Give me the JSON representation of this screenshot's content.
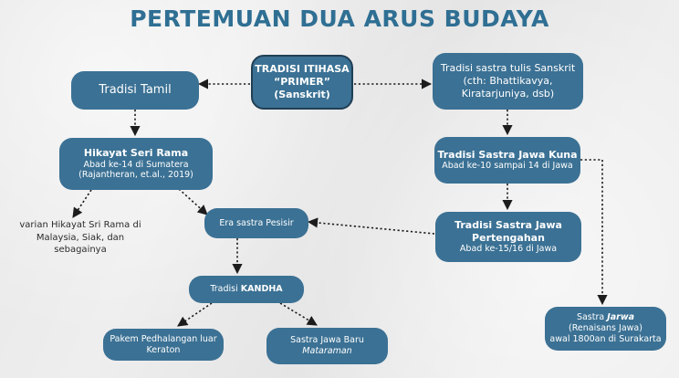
{
  "title": "PERTEMUAN DUA ARUS BUDAYA",
  "nodes": {
    "itihasa": {
      "line1": "TRADISI ITIHASA",
      "line2": "“PRIMER”",
      "line3": "(Sanskrit)"
    },
    "tamil": {
      "label": "Tradisi Tamil"
    },
    "sanskrit_written": {
      "line1": "Tradisi sastra tulis Sanskrit",
      "line2": "(cth: Bhattikavya,",
      "line3": "Kiratarjuniya, dsb)"
    },
    "hikayat": {
      "title": "Hikayat Seri Rama",
      "line2": "Abad ke-14 di Sumatera",
      "line3": "(Rajantheran, et.al., 2019)"
    },
    "jawa_kuna": {
      "title": "Tradisi Sastra Jawa Kuna",
      "line2": "Abad ke-10 sampai 14 di Jawa"
    },
    "varian": {
      "line1": "varian Hikayat Sri Rama di",
      "line2": "Malaysia, Siak, dan",
      "line3": "sebagainya"
    },
    "pesisir": {
      "label": "Era sastra Pesisir"
    },
    "pertengahan": {
      "title1": "Tradisi Sastra Jawa",
      "title2": "Pertengahan",
      "line3": "Abad ke-15/16 di Jawa"
    },
    "kandha": {
      "prefix": "Tradisi ",
      "bold": "KANDHA"
    },
    "pakem": {
      "line1": "Pakem Pedhalangan luar",
      "line2": "Keraton"
    },
    "jawa_baru": {
      "line1": "Sastra Jawa Baru",
      "italic": "Mataraman"
    },
    "sastra_jarwa": {
      "prefix": "Sastra ",
      "italic": "Jarwa",
      "line2": "(Renaisans Jawa)",
      "line3": "awal 1800an di Surakarta"
    }
  },
  "colors": {
    "title": "#2f6f93",
    "node_fill": "#3b7194",
    "node_border": "#203f55",
    "connector": "#1c1c1c"
  }
}
